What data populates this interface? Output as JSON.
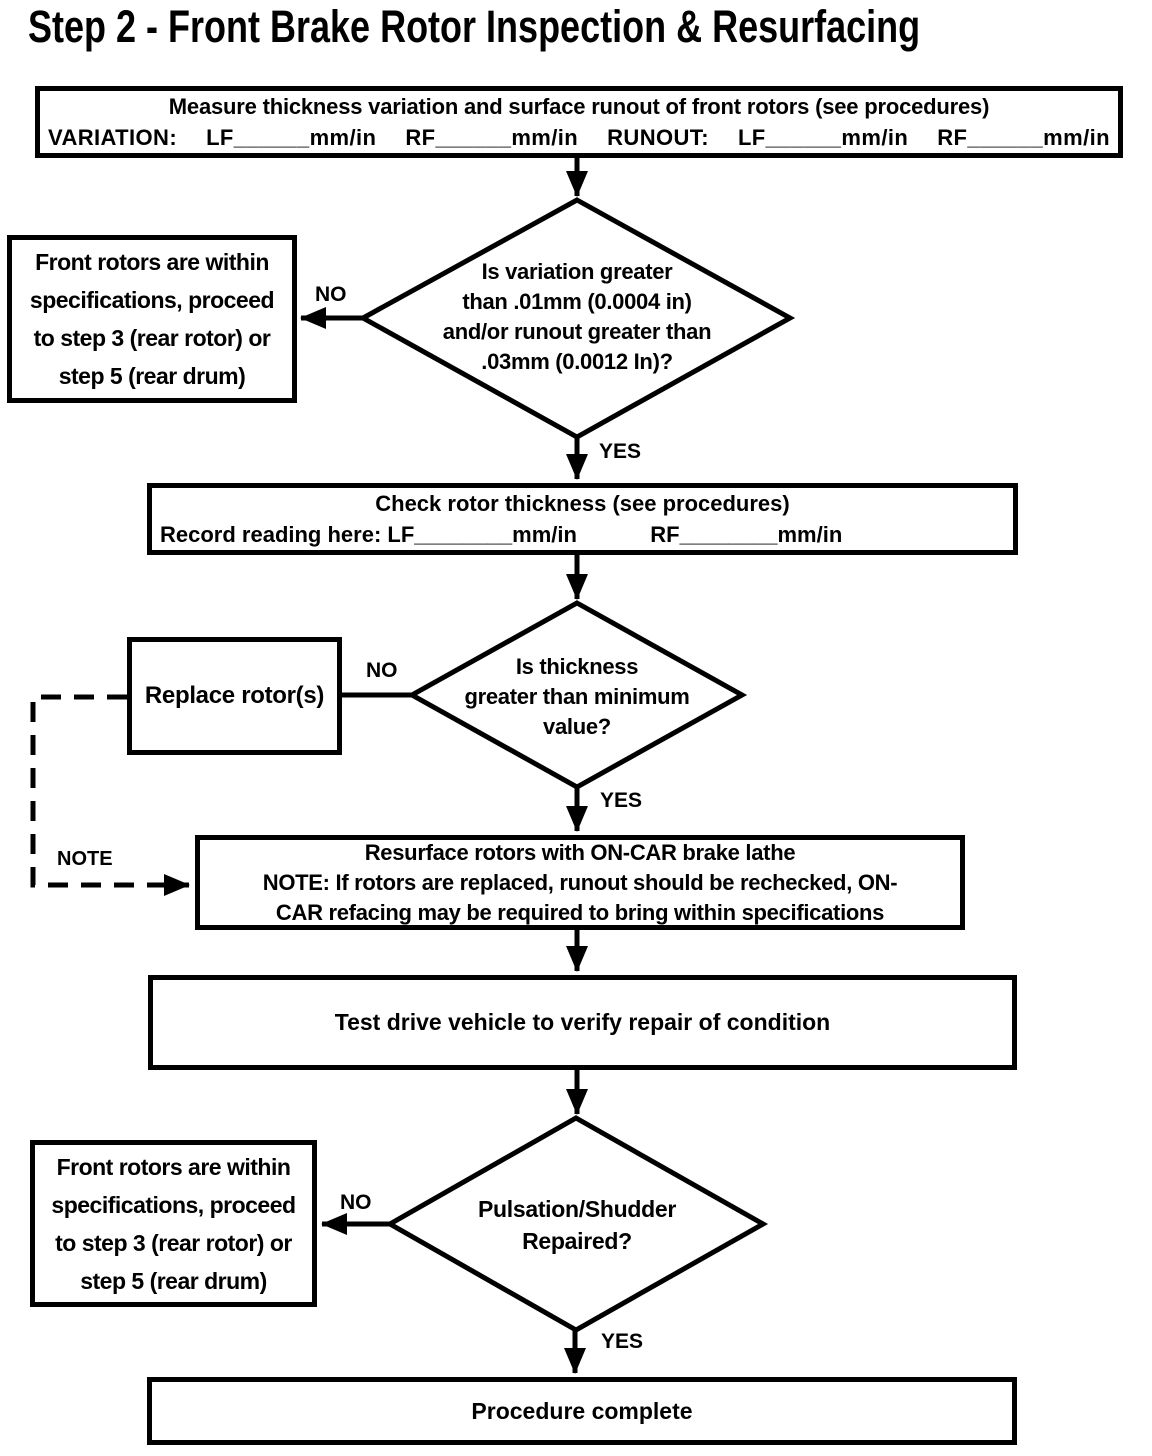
{
  "title": "Step 2 - Front Brake Rotor Inspection & Resurfacing",
  "labels": {
    "no": "NO",
    "yes": "YES",
    "note": "NOTE"
  },
  "nodes": {
    "measure": {
      "line1": "Measure thickness variation and surface runout of front rotors (see procedures)",
      "line2": "VARIATION:  LF______mm/in  RF______mm/in  RUNOUT:  LF______mm/in  RF______mm/in"
    },
    "decision_variation": [
      "Is variation greater",
      "than .01mm (0.0004 in)",
      "and/or runout greater than",
      ".03mm (0.0012 In)?"
    ],
    "within_spec_top": [
      "Front rotors are within",
      "specifications, proceed",
      "to step 3 (rear rotor) or",
      "step 5 (rear drum)"
    ],
    "check_thickness": {
      "line1": "Check rotor thickness (see procedures)",
      "line2": "Record reading here: LF________mm/in            RF________mm/in"
    },
    "decision_thickness": [
      "Is thickness",
      "greater than minimum",
      "value?"
    ],
    "replace": "Replace rotor(s)",
    "resurface": [
      "Resurface rotors with ON-CAR brake lathe",
      "NOTE: If rotors are replaced, runout should be rechecked, ON-",
      "CAR refacing may be required to bring within specifications"
    ],
    "test_drive": "Test drive vehicle to verify repair of condition",
    "decision_pulsation": [
      "Pulsation/Shudder",
      "Repaired?"
    ],
    "within_spec_bottom": [
      "Front rotors are within",
      "specifications, proceed",
      "to step 3 (rear rotor) or",
      "step 5 (rear drum)"
    ],
    "complete": "Procedure complete"
  },
  "colors": {
    "ink": "#000000",
    "paper": "#ffffff"
  }
}
